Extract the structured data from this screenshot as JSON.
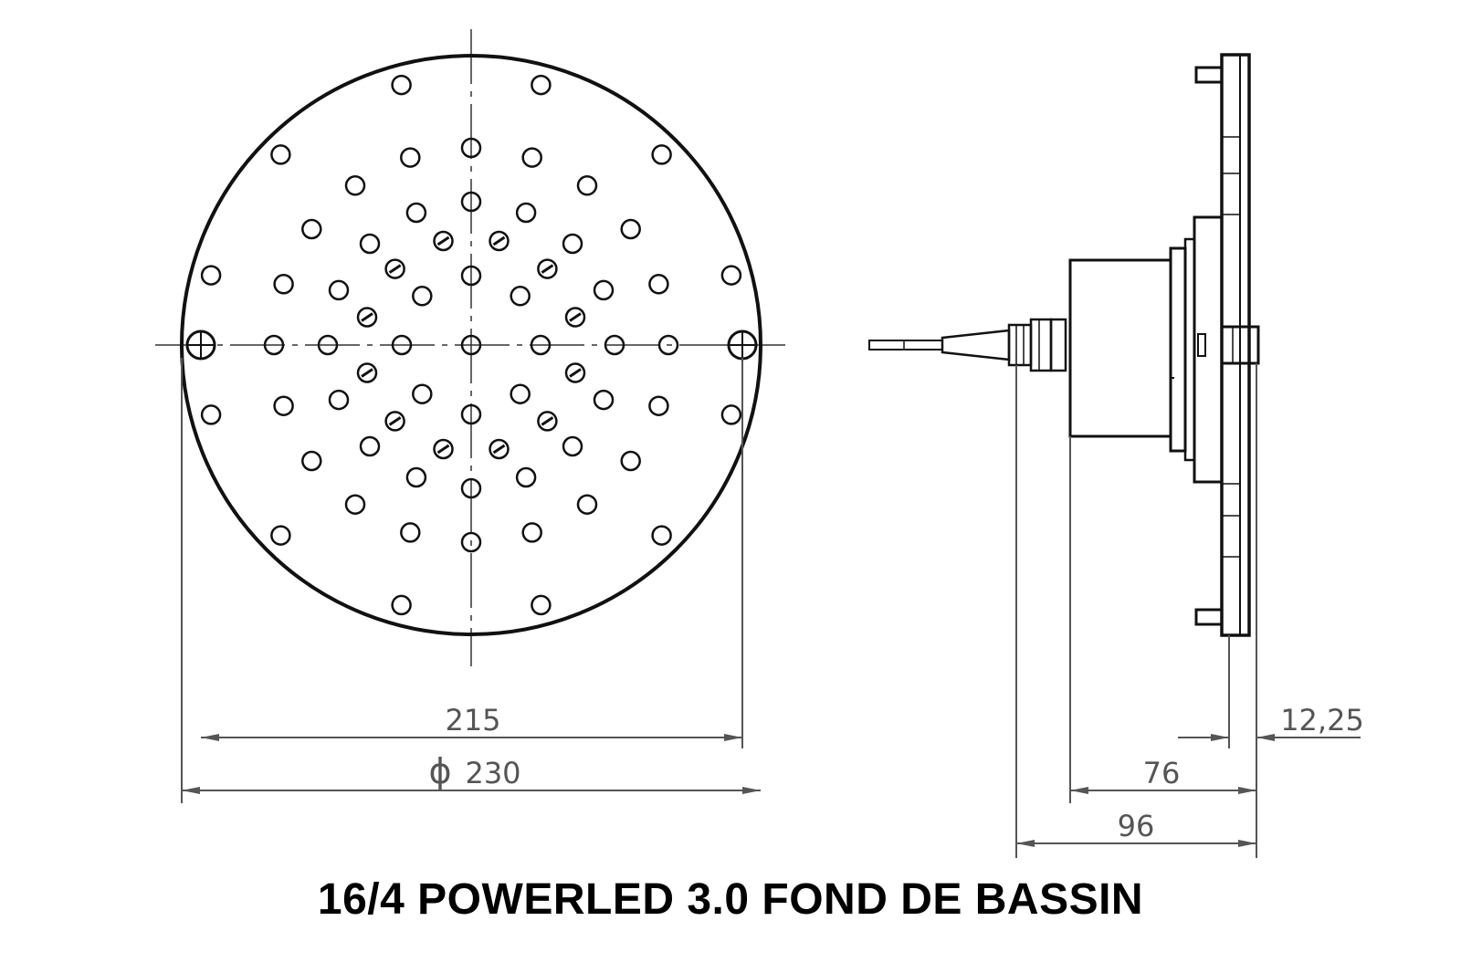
{
  "title": "16/4 POWERLED 3.0 FOND DE BASSIN",
  "dimensions": {
    "bolt_spacing": "215",
    "diameter_symbol": "ϕ",
    "diameter": "230",
    "face_plate": "12,25",
    "housing_depth": "76",
    "total_depth": "96"
  },
  "colors": {
    "outline": "#111111",
    "dimension_line": "#555555",
    "background": "#ffffff"
  }
}
